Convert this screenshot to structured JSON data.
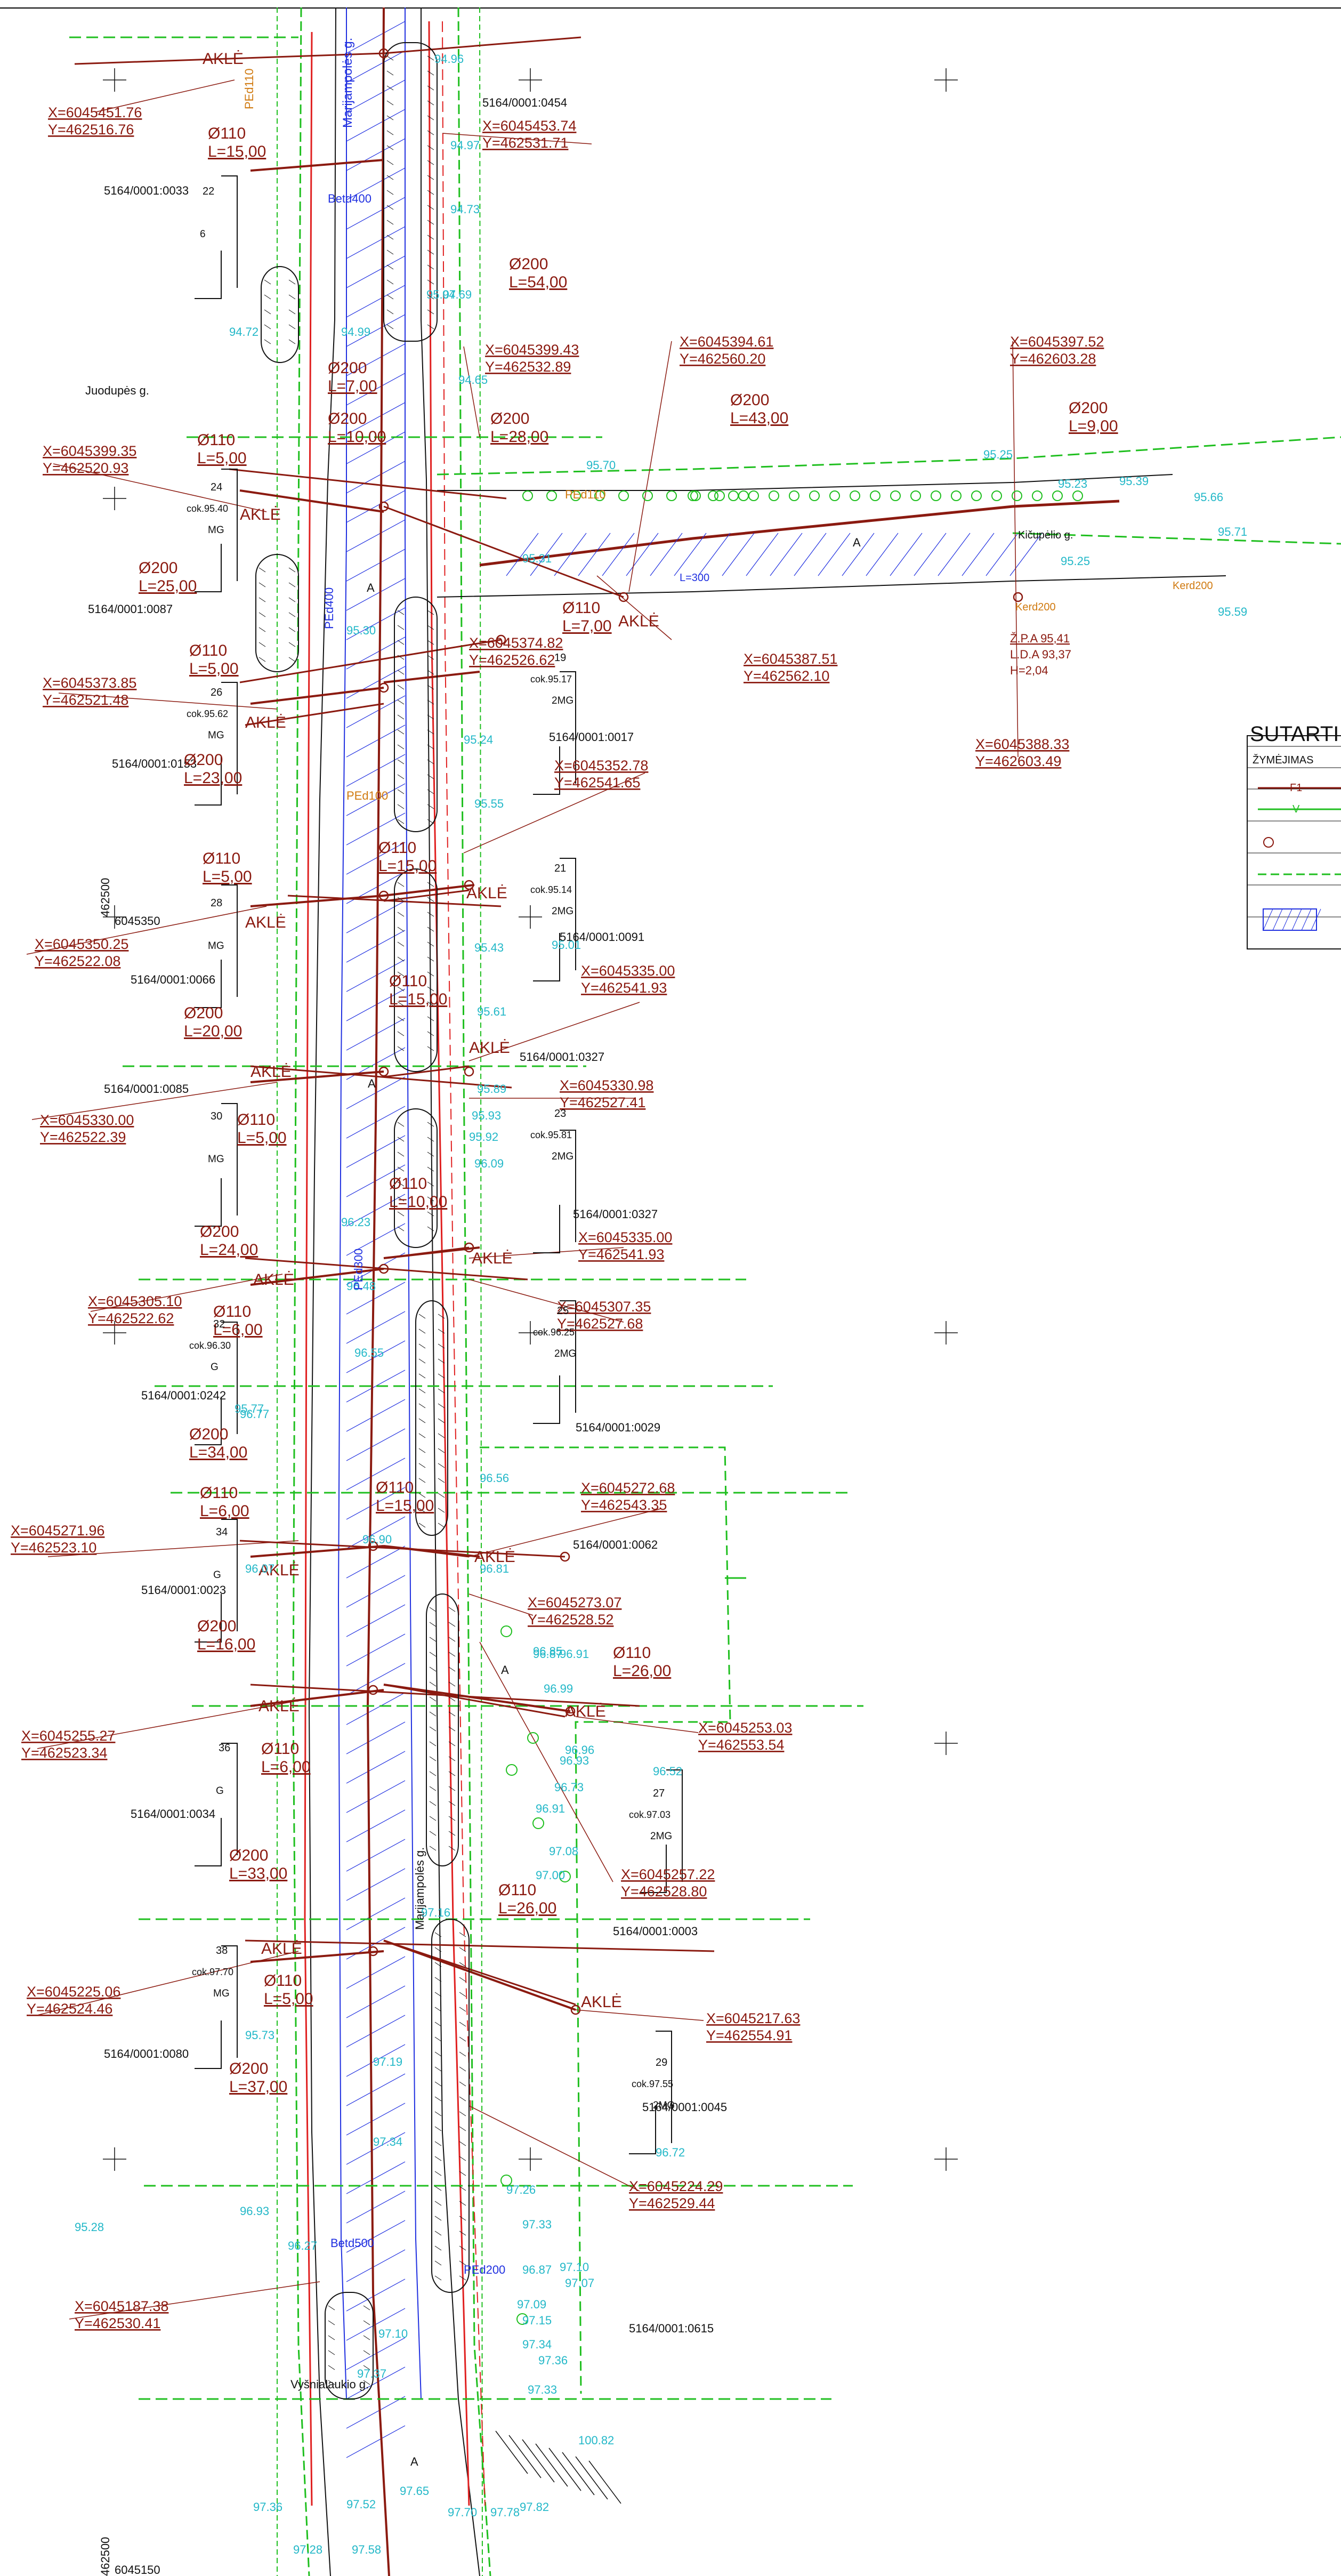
{
  "drawing": {
    "legend_title": "SUTARTI",
    "legend_col": "ŽYMĖJIMAS",
    "legend_line_f1": "F1",
    "legend_line_v": "V",
    "grid_x_left": "462500",
    "grid_y_top": "6045350",
    "grid_x_bottom": "462500",
    "grid_y_bottom": "6045150"
  },
  "streets": [
    "Marijampolės g.",
    "Juodupės g.",
    "Kičupėlio g.",
    "Vyšnialaukio g.",
    "Marijampolės g."
  ],
  "parcels": [
    "5164/0001:0454",
    "5164/0001:0033",
    "5164/0001:0087",
    "5164/0001:0017",
    "5164/0001:0153",
    "5164/0001:0091",
    "5164/0001:0066",
    "5164/0001:0327",
    "5164/0001:0085",
    "5164/0001:0327",
    "5164/0001:0242",
    "5164/0001:0029",
    "5164/0001:0062",
    "5164/0001:0023",
    "5164/0001:0034",
    "5164/0001:0003",
    "5164/0001:0080",
    "5164/0001:0045",
    "5164/0001:0615"
  ],
  "coords": [
    {
      "x": "X=6045451.76",
      "y": "Y=462516.76"
    },
    {
      "x": "X=6045453.74",
      "y": "Y=462531.71"
    },
    {
      "x": "X=6045399.43",
      "y": "Y=462532.89"
    },
    {
      "x": "X=6045394.61",
      "y": "Y=462560.20"
    },
    {
      "x": "X=6045397.52",
      "y": "Y=462603.28"
    },
    {
      "x": "X=6045399.35",
      "y": "Y=462520.93"
    },
    {
      "x": "X=6045387.51",
      "y": "Y=462562.10"
    },
    {
      "x": "X=6045374.82",
      "y": "Y=462526.62"
    },
    {
      "x": "X=6045373.85",
      "y": "Y=462521.48"
    },
    {
      "x": "X=6045388.33",
      "y": "Y=462603.49"
    },
    {
      "x": "X=6045352.78",
      "y": "Y=462541.65"
    },
    {
      "x": "X=6045350.25",
      "y": "Y=462522.08"
    },
    {
      "x": "X=6045335.00",
      "y": "Y=462541.93"
    },
    {
      "x": "X=6045330.98",
      "y": "Y=462527.41"
    },
    {
      "x": "X=6045330.00",
      "y": "Y=462522.39"
    },
    {
      "x": "X=6045335.00",
      "y": "Y=462541.93"
    },
    {
      "x": "X=6045305.10",
      "y": "Y=462522.62"
    },
    {
      "x": "X=6045307.35",
      "y": "Y=462527.68"
    },
    {
      "x": "X=6045272.68",
      "y": "Y=462543.35"
    },
    {
      "x": "X=6045271.96",
      "y": "Y=462523.10"
    },
    {
      "x": "X=6045273.07",
      "y": "Y=462528.52"
    },
    {
      "x": "X=6045253.03",
      "y": "Y=462553.54"
    },
    {
      "x": "X=6045255.27",
      "y": "Y=462523.34"
    },
    {
      "x": "X=6045257.22",
      "y": "Y=462528.80"
    },
    {
      "x": "X=6045225.06",
      "y": "Y=462524.46"
    },
    {
      "x": "X=6045217.63",
      "y": "Y=462554.91"
    },
    {
      "x": "X=6045224.29",
      "y": "Y=462529.44"
    },
    {
      "x": "X=6045187.38",
      "y": "Y=462530.41"
    }
  ],
  "pipes": [
    {
      "d": "Ø110",
      "l": "L=15,00"
    },
    {
      "d": "Ø200",
      "l": "L=54,00"
    },
    {
      "d": "Ø200",
      "l": "L=43,00"
    },
    {
      "d": "Ø200",
      "l": "L=28,00"
    },
    {
      "d": "Ø200",
      "l": "L=9,00"
    },
    {
      "d": "Ø110",
      "l": "L=5,00"
    },
    {
      "d": "Ø200",
      "l": "L=25,00"
    },
    {
      "d": "Ø110",
      "l": "L=7,00"
    },
    {
      "d": "Ø110",
      "l": "L=5,00"
    },
    {
      "d": "Ø200",
      "l": "L=23,00"
    },
    {
      "d": "Ø110",
      "l": "L=5,00"
    },
    {
      "d": "Ø110",
      "l": "L=15,00"
    },
    {
      "d": "Ø200",
      "l": "L=20,00"
    },
    {
      "d": "Ø110",
      "l": "L=15,00"
    },
    {
      "d": "Ø110",
      "l": "L=5,00"
    },
    {
      "d": "Ø110",
      "l": "L=10,00"
    },
    {
      "d": "Ø200",
      "l": "L=24,00"
    },
    {
      "d": "Ø110",
      "l": "L=6,00"
    },
    {
      "d": "Ø200",
      "l": "L=34,00"
    },
    {
      "d": "Ø110",
      "l": "L=6,00"
    },
    {
      "d": "Ø110",
      "l": "L=15,00"
    },
    {
      "d": "Ø200",
      "l": "L=16,00"
    },
    {
      "d": "Ø110",
      "l": "L=26,00"
    },
    {
      "d": "Ø110",
      "l": "L=6,00"
    },
    {
      "d": "Ø200",
      "l": "L=33,00"
    },
    {
      "d": "Ø110",
      "l": "L=26,00"
    },
    {
      "d": "Ø110",
      "l": "L=5,00"
    },
    {
      "d": "Ø200",
      "l": "L=37,00"
    },
    {
      "d": "Ø200",
      "l": "L=7,00"
    },
    {
      "d": "Ø200",
      "l": "L=10,00"
    }
  ],
  "akle": "AKLĖ",
  "plots": [
    {
      "n": "22",
      "k": "",
      "t": "6"
    },
    {
      "n": "24",
      "k": "cok.95.40",
      "t": "MG"
    },
    {
      "n": "26",
      "k": "cok.95.62",
      "t": "MG"
    },
    {
      "n": "19",
      "k": "cok.95.17",
      "t": "2MG"
    },
    {
      "n": "28",
      "k": "",
      "t": "MG"
    },
    {
      "n": "21",
      "k": "cok.95.14",
      "t": "2MG"
    },
    {
      "n": "30",
      "k": "",
      "t": "MG"
    },
    {
      "n": "23",
      "k": "cok.95.81",
      "t": "2MG"
    },
    {
      "n": "32",
      "k": "cok.96.30",
      "t": "G"
    },
    {
      "n": "25",
      "k": "cok.96.25",
      "t": "2MG"
    },
    {
      "n": "34",
      "k": "",
      "t": "G"
    },
    {
      "n": "36",
      "k": "",
      "t": "G"
    },
    {
      "n": "27",
      "k": "cok.97.03",
      "t": "2MG"
    },
    {
      "n": "38",
      "k": "cok.97.70",
      "t": "MG"
    },
    {
      "n": "29",
      "k": "cok.97.55",
      "t": "2MG"
    }
  ],
  "elevations": [
    "94.96",
    "94.97",
    "94.73",
    "94.69",
    "95.07",
    "94.99",
    "94.72",
    "94.65",
    "95.70",
    "95.25",
    "95.23",
    "95.39",
    "95.66",
    "95.71",
    "95.25",
    "95.31",
    "95.59",
    "95.30",
    "95.24",
    "95.55",
    "95.43",
    "95.01",
    "95.61",
    "95.89",
    "95.93",
    "95.92",
    "96.09",
    "96.23",
    "96.48",
    "96.55",
    "96.77",
    "96.56",
    "96.81",
    "96.90",
    "96.85",
    "96.87",
    "96.91",
    "96.99",
    "96.96",
    "96.93",
    "96.73",
    "96.91",
    "97.08",
    "97.00",
    "97.16",
    "97.19",
    "97.34",
    "97.26",
    "97.33",
    "97.10",
    "96.87",
    "97.07",
    "97.09",
    "97.10",
    "97.15",
    "97.34",
    "97.36",
    "97.33",
    "97.37",
    "96.93",
    "96.52",
    "95.73",
    "96.72",
    "100.82",
    "97.52",
    "97.65",
    "97.70",
    "97.78",
    "97.82",
    "97.36",
    "97.28",
    "97.58",
    "95.28",
    "95.77",
    "96.07",
    "96.27"
  ],
  "other_labels": {
    "pe_d110": "PEd110",
    "betd400": "Betd400",
    "betd500": "Betd500",
    "ped200": "PEd200",
    "ped300": "PEd300",
    "ped400": "PEd400",
    "ped100": "PEd100",
    "zpa": "Ž.P.A 95,41",
    "lda": "L.D.A 93,37",
    "h": "H=2,04",
    "kerd200": "Kerd200",
    "a": "A",
    "l_ok": "L=300"
  }
}
